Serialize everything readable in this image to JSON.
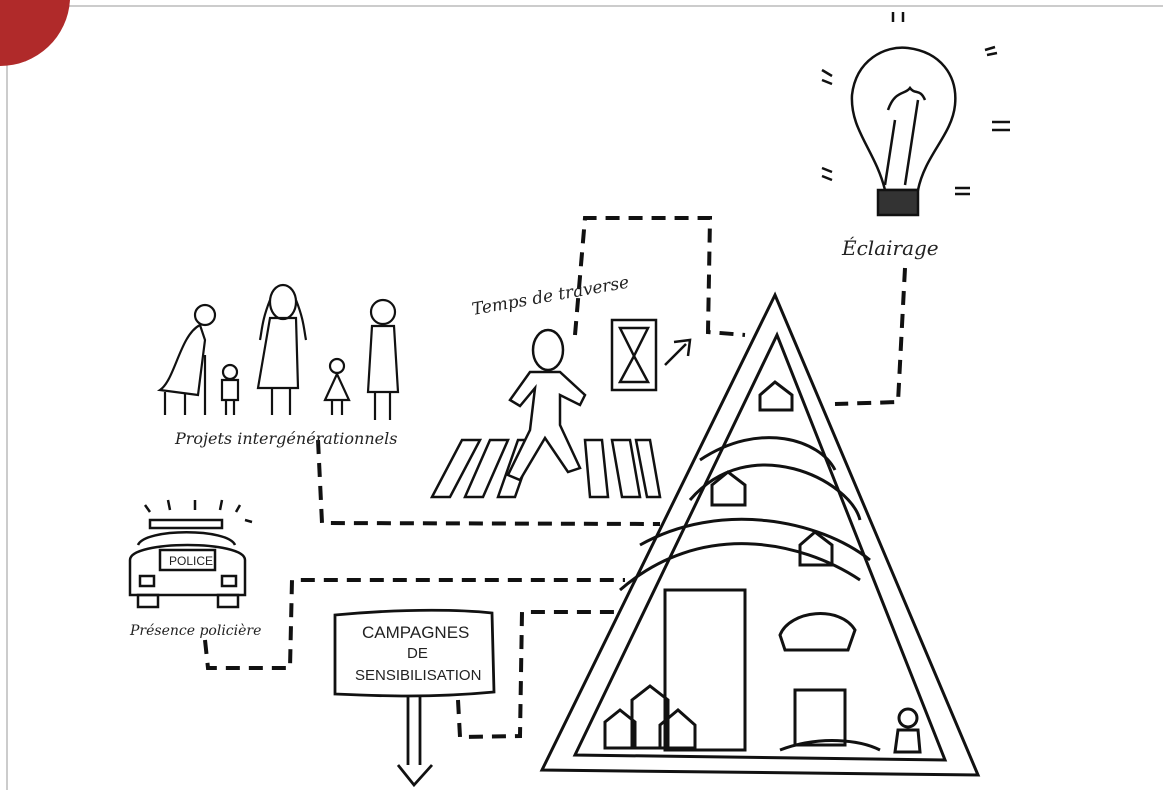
{
  "labels": {
    "eclairage": "Éclairage",
    "temps_traverse": "Temps de traverse",
    "projets": "Projets intergénérationnels",
    "police_badge": "POLICE",
    "presence": "Présence policière",
    "campagnes_line1": "CAMPAGNES",
    "campagnes_line2": "DE",
    "campagnes_line3": "SENSIBILISATION"
  },
  "colors": {
    "ink": "#111111",
    "corner_accent": "#b02a2a"
  },
  "icons": [
    "lightbulb-icon",
    "pedestrian-icon",
    "hourglass-icon",
    "arrow-icon",
    "family-icon",
    "police-car-icon",
    "signpost-icon",
    "triangle-city-icon"
  ]
}
